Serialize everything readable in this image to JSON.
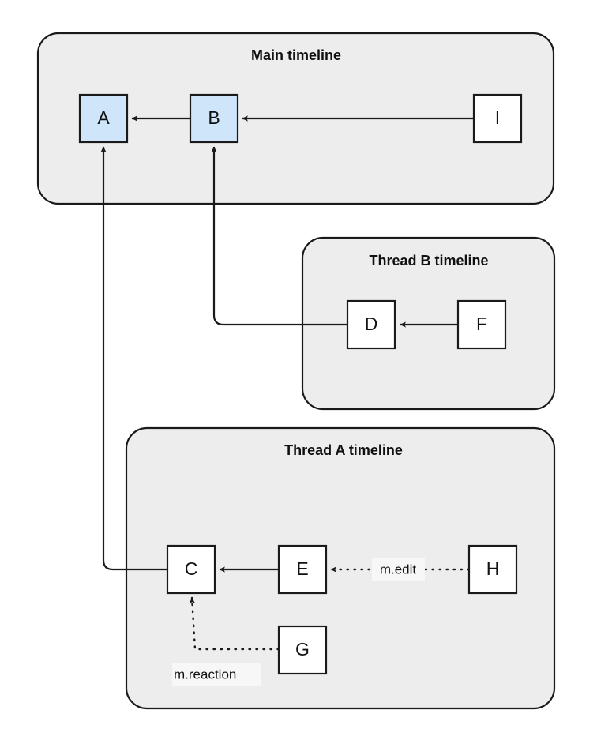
{
  "diagram": {
    "type": "timeline-thread-graph",
    "background_color": "#ffffff",
    "group_fill": "#ededed",
    "stroke_color": "#1a1a1a",
    "highlight_fill": "#cfe5fa",
    "groups": [
      {
        "id": "main",
        "title": "Main timeline"
      },
      {
        "id": "thread_b",
        "title": "Thread B timeline"
      },
      {
        "id": "thread_a",
        "title": "Thread A timeline"
      }
    ],
    "nodes": [
      {
        "id": "A",
        "label": "A",
        "group": "main",
        "style": "highlight"
      },
      {
        "id": "B",
        "label": "B",
        "group": "main",
        "style": "highlight"
      },
      {
        "id": "I",
        "label": "I",
        "group": "main",
        "style": "plain"
      },
      {
        "id": "D",
        "label": "D",
        "group": "thread_b",
        "style": "plain"
      },
      {
        "id": "F",
        "label": "F",
        "group": "thread_b",
        "style": "plain"
      },
      {
        "id": "C",
        "label": "C",
        "group": "thread_a",
        "style": "plain"
      },
      {
        "id": "E",
        "label": "E",
        "group": "thread_a",
        "style": "plain"
      },
      {
        "id": "H",
        "label": "H",
        "group": "thread_a",
        "style": "plain"
      },
      {
        "id": "G",
        "label": "G",
        "group": "thread_a",
        "style": "plain"
      }
    ],
    "edges": [
      {
        "id": "B-A",
        "from": "B",
        "to": "A",
        "style": "solid",
        "label": ""
      },
      {
        "id": "I-B",
        "from": "I",
        "to": "B",
        "style": "solid",
        "label": ""
      },
      {
        "id": "F-D",
        "from": "F",
        "to": "D",
        "style": "solid",
        "label": ""
      },
      {
        "id": "D-B",
        "from": "D",
        "to": "B",
        "style": "solid",
        "label": ""
      },
      {
        "id": "E-C",
        "from": "E",
        "to": "C",
        "style": "solid",
        "label": ""
      },
      {
        "id": "C-A",
        "from": "C",
        "to": "A",
        "style": "solid",
        "label": ""
      },
      {
        "id": "H-E",
        "from": "H",
        "to": "E",
        "style": "dotted",
        "label": "m.edit"
      },
      {
        "id": "G-C",
        "from": "G",
        "to": "C",
        "style": "dotted",
        "label": "m.reaction"
      }
    ],
    "edge_labels": {
      "m_edit": "m.edit",
      "m_reaction": "m.reaction"
    }
  }
}
